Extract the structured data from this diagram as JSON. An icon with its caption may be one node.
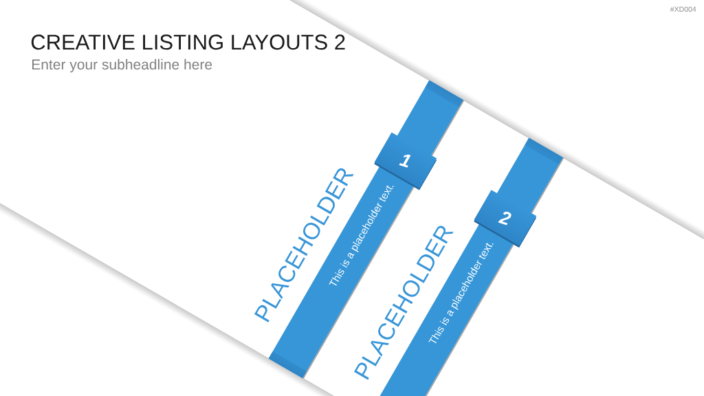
{
  "diagram": {
    "title": "CREATIVE LISTING LAYOUTS 2",
    "nodes": [
      {
        "text": [
          "PLACEHOLDER",
          "This is a placeholder text."
        ]
      },
      {
        "text": [
          "1"
        ],
        "in": 0
      },
      {
        "text": [
          "PLACEHOLDER",
          "This is a placeholder text."
        ]
      },
      {
        "text": [
          "2"
        ],
        "in": 2
      }
    ],
    "labels": [
      "#XD004",
      "Enter your subheadline here"
    ]
  }
}
